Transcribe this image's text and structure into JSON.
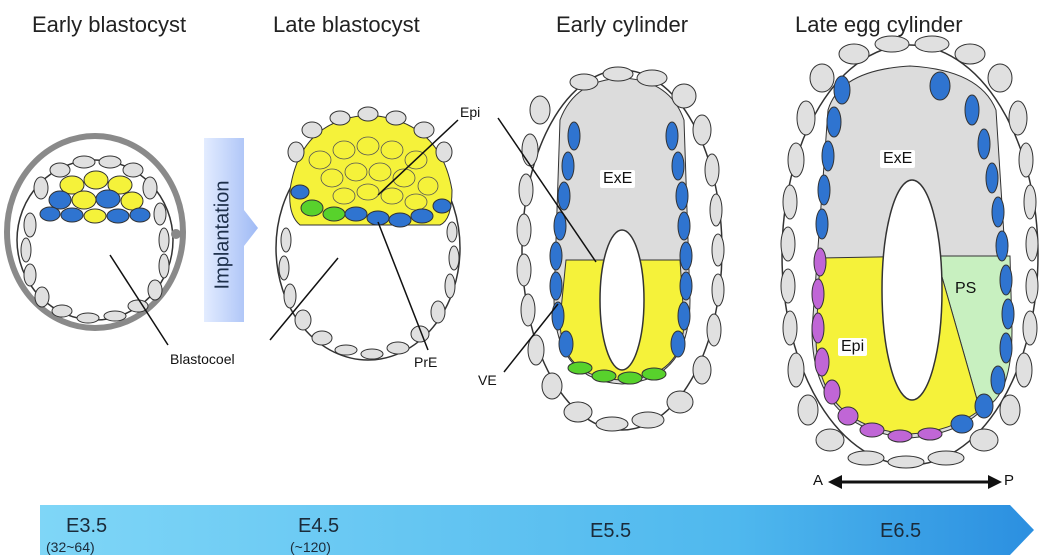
{
  "stages": [
    {
      "title": "Early blastocyst",
      "day": "E3.5",
      "cells": "(32~64)"
    },
    {
      "title": "Late blastocyst",
      "day": "E4.5",
      "cells": "(~120)"
    },
    {
      "title": "Early cylinder",
      "day": "E5.5",
      "cells": ""
    },
    {
      "title": "Late egg cylinder",
      "day": "E6.5",
      "cells": ""
    }
  ],
  "implantation_label": "Implantation",
  "labels": {
    "blastocoel": "Blastocoel",
    "epi_pointer": "Epi",
    "pre": "PrE",
    "ve": "VE",
    "exe_early": "ExE",
    "exe_late": "ExE",
    "ps": "PS",
    "epi_late": "Epi",
    "axis_a": "A",
    "axis_p": "P"
  },
  "colors": {
    "epiblast": "#f5f23a",
    "primitive_endoderm": "#2f74d0",
    "visceral_endoderm_green": "#58d22c",
    "extraembryonic": "#d9d9d9",
    "primitive_streak": "#c8f0c0",
    "mesoderm_purple": "#c066d6",
    "timeline": "#5ec5f2"
  }
}
